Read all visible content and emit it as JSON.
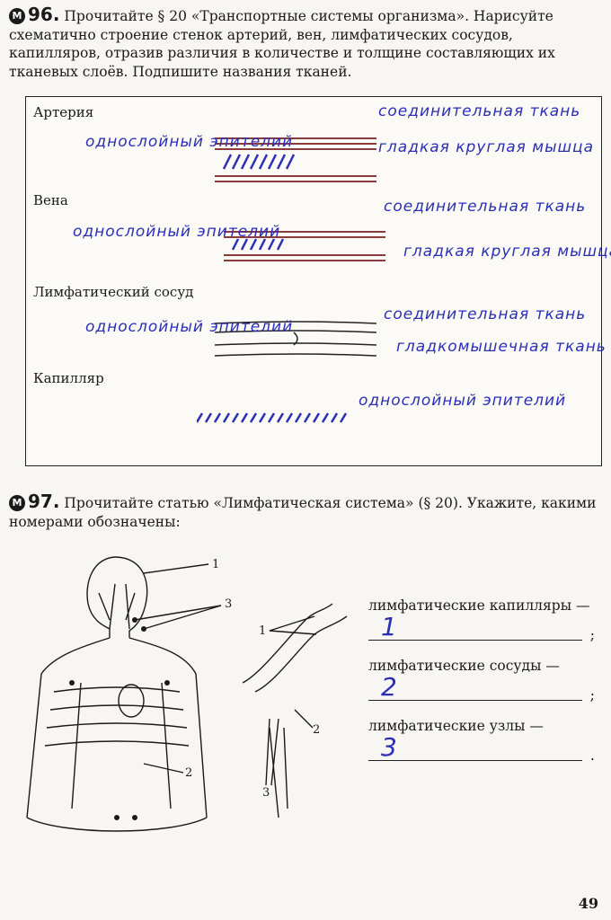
{
  "task96": {
    "badge": "М",
    "number": "96.",
    "text": "Прочитайте § 20 «Транспортные системы организма». Нарисуйте схематично строение стенок артерий, вен, лимфатических сосудов, капилляров, отразив различия в количестве и толщине составляющих их тканевых слоёв. Подпишите названия тканей.",
    "vessels": [
      {
        "label": "Артерия",
        "notes": [
          "однослойный эпителий",
          "соединительная ткань",
          "гладкая круглая мышца"
        ]
      },
      {
        "label": "Вена",
        "notes": [
          "однослойный эпителий",
          "соединительная ткань",
          "гладкая круглая мышца"
        ]
      },
      {
        "label": "Лимфатический сосуд",
        "notes": [
          "однослойный эпителий",
          "соединительная ткань",
          "гладкомышечная ткань"
        ]
      },
      {
        "label": "Капилляр",
        "notes": [
          "однослойный эпителий"
        ]
      }
    ]
  },
  "task97": {
    "badge": "М",
    "number": "97.",
    "text": "Прочитайте статью «Лимфатическая система» (§ 20). Укажите, какими номерами обозначены:",
    "figure_numbers": [
      "1",
      "3",
      "1",
      "2",
      "2",
      "3"
    ],
    "answers": [
      {
        "label": "лимфатические капилляры —",
        "value": "1",
        "punct": ";"
      },
      {
        "label": "лимфатические сосуды —",
        "value": "2",
        "punct": ";"
      },
      {
        "label": "лимфатические узлы —",
        "value": "3",
        "punct": "."
      }
    ]
  },
  "page_number": "49",
  "colors": {
    "ink": "#2a2fb5",
    "muscle": "#8a3b3b"
  }
}
